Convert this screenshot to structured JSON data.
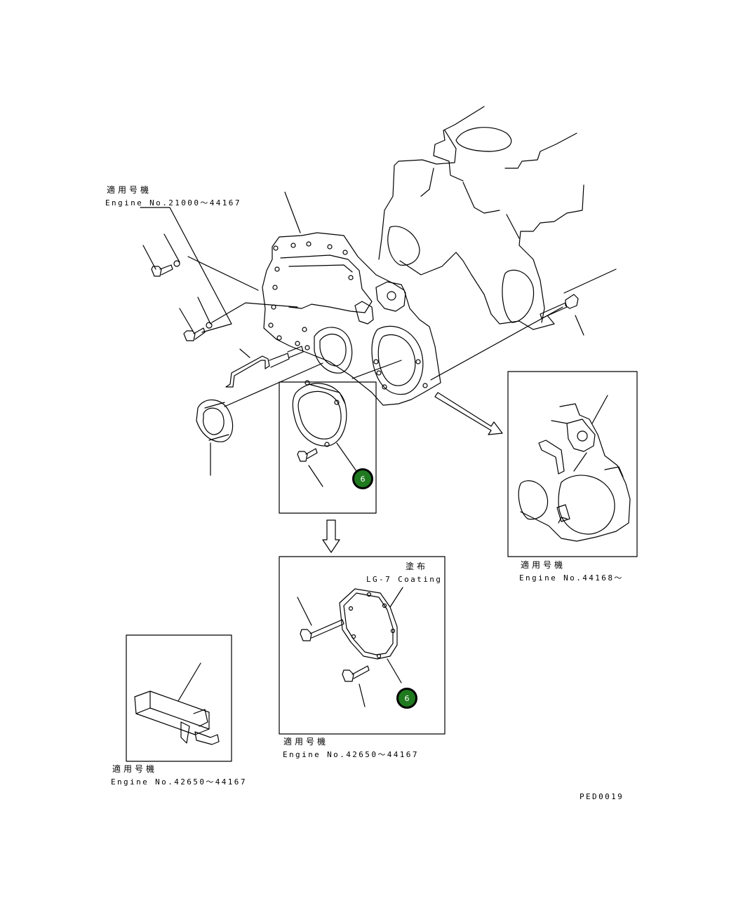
{
  "labels": {
    "applicable_jp": "適用号機",
    "coating_jp": "塗布",
    "coating": "LG-7 Coating",
    "serial_main": "Engine No.21000〜44167",
    "serial_right": "Engine No.44168〜",
    "serial_mid": "Engine No.42650〜44167",
    "serial_left": "Engine No.42650〜44167",
    "figure_code": "PED0019"
  },
  "callouts": [
    {
      "text": "6"
    },
    {
      "text": "6"
    }
  ],
  "colors": {
    "line": "#000000",
    "callout_fill": "#1f7a1f",
    "callout_text": "#ffffff"
  }
}
